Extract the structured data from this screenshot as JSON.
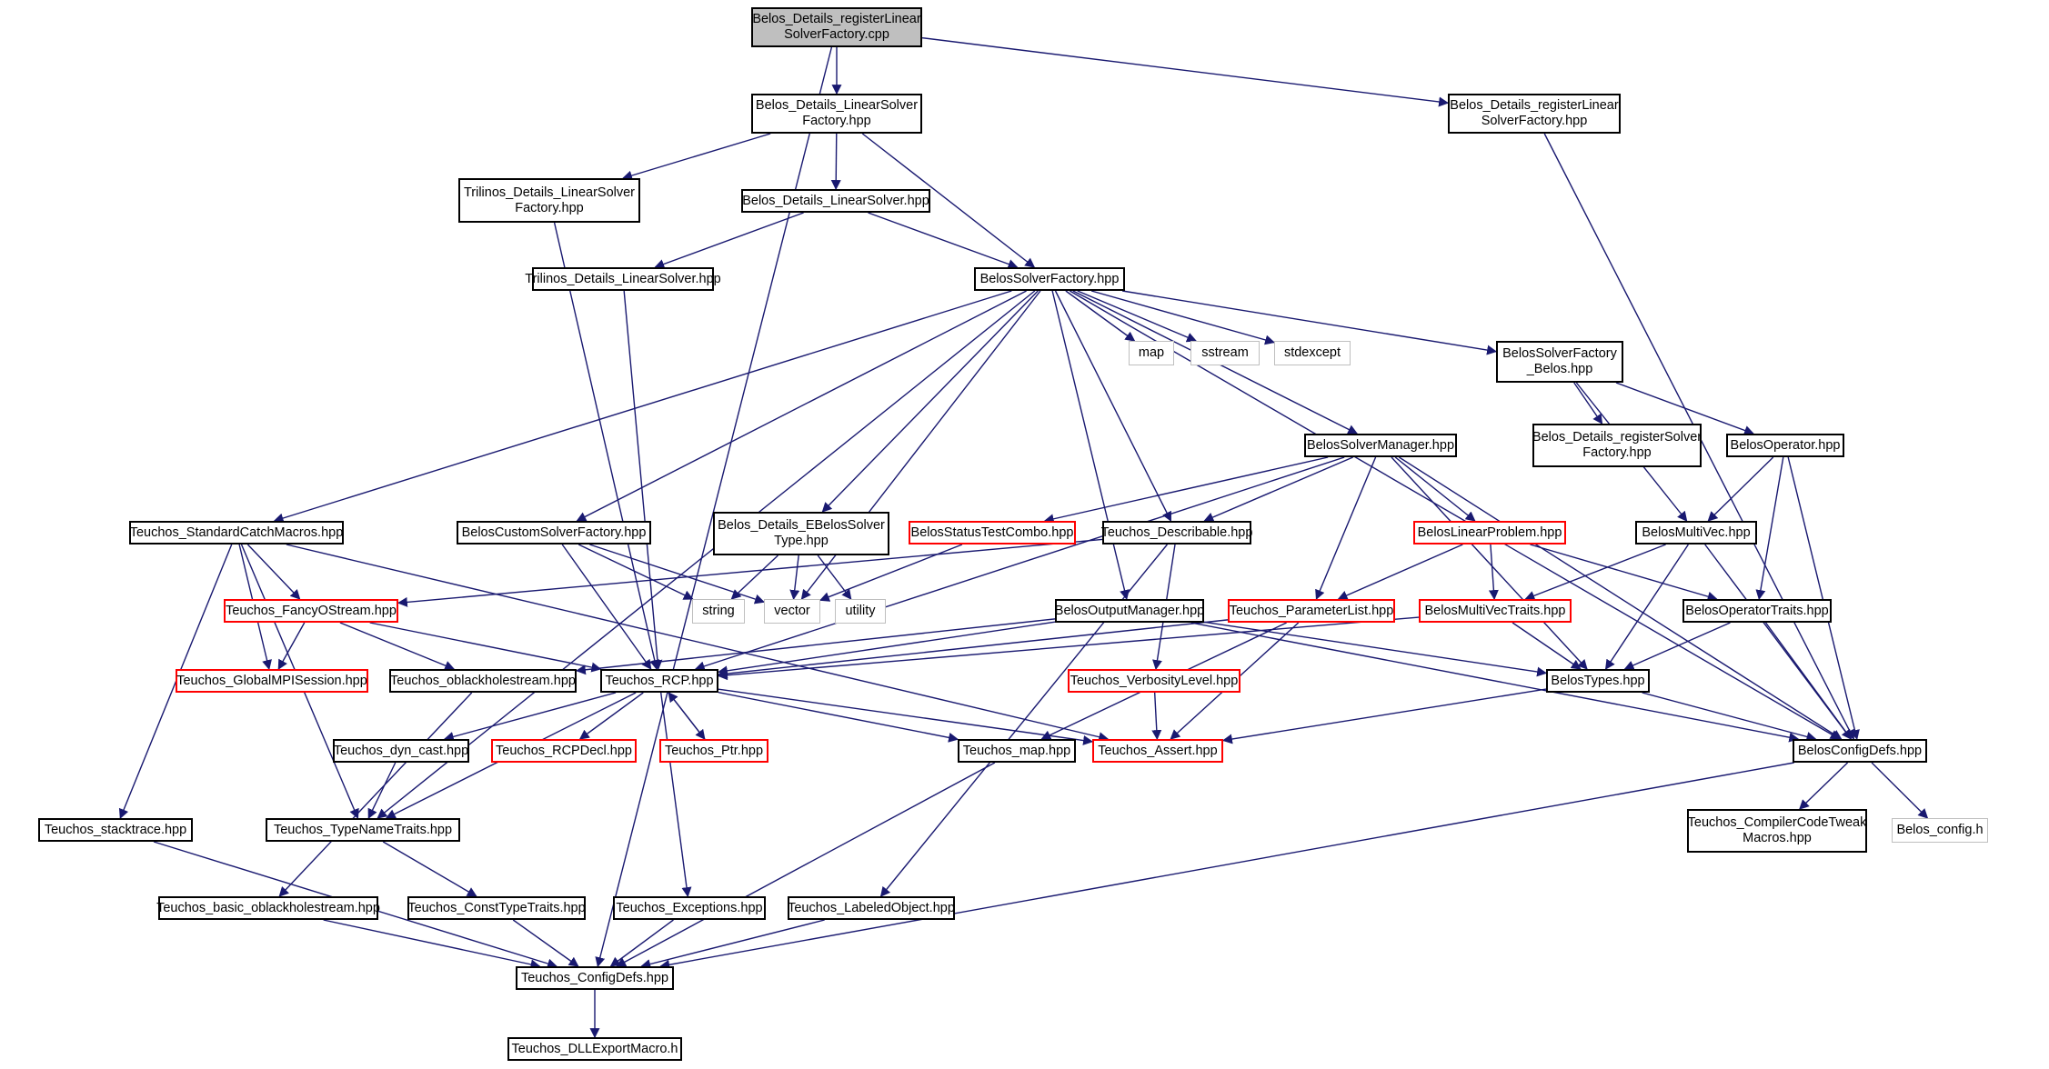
{
  "colors": {
    "edge": "#191970",
    "border": "#000000",
    "red_border": "#ff0000",
    "gray_border": "#bfbfbf",
    "root_fill": "#bfbfbf"
  },
  "nodes": [
    {
      "id": "root",
      "label": "Belos_Details_registerLinear\nSolverFactory.cpp",
      "style": "root"
    },
    {
      "id": "ls_factory",
      "label": "Belos_Details_LinearSolver\nFactory.hpp",
      "style": "normal"
    },
    {
      "id": "reg_hpp",
      "label": "Belos_Details_registerLinear\nSolverFactory.hpp",
      "style": "normal"
    },
    {
      "id": "tri_factory",
      "label": "Trilinos_Details_LinearSolver\nFactory.hpp",
      "style": "normal"
    },
    {
      "id": "b_linsolver",
      "label": "Belos_Details_LinearSolver.hpp",
      "style": "normal"
    },
    {
      "id": "tri_linsolver",
      "label": "Trilinos_Details_LinearSolver.hpp",
      "style": "normal"
    },
    {
      "id": "solverfactory",
      "label": "BelosSolverFactory.hpp",
      "style": "normal"
    },
    {
      "id": "map",
      "label": "map",
      "style": "gray"
    },
    {
      "id": "sstream",
      "label": "sstream",
      "style": "gray"
    },
    {
      "id": "stdexcept",
      "label": "stdexcept",
      "style": "gray"
    },
    {
      "id": "sf_belos",
      "label": "BelosSolverFactory\n_Belos.hpp",
      "style": "normal"
    },
    {
      "id": "solvermanager",
      "label": "BelosSolverManager.hpp",
      "style": "normal"
    },
    {
      "id": "reg_solver",
      "label": "Belos_Details_registerSolver\nFactory.hpp",
      "style": "normal"
    },
    {
      "id": "operator",
      "label": "BelosOperator.hpp",
      "style": "normal"
    },
    {
      "id": "catchmacros",
      "label": "Teuchos_StandardCatchMacros.hpp",
      "style": "normal"
    },
    {
      "id": "customsf",
      "label": "BelosCustomSolverFactory.hpp",
      "style": "normal"
    },
    {
      "id": "ebelos",
      "label": "Belos_Details_EBelosSolver\nType.hpp",
      "style": "normal"
    },
    {
      "id": "statustest",
      "label": "BelosStatusTestCombo.hpp",
      "style": "red"
    },
    {
      "id": "describable",
      "label": "Teuchos_Describable.hpp",
      "style": "normal"
    },
    {
      "id": "linproblem",
      "label": "BelosLinearProblem.hpp",
      "style": "red"
    },
    {
      "id": "multivec",
      "label": "BelosMultiVec.hpp",
      "style": "normal"
    },
    {
      "id": "fancyostream",
      "label": "Teuchos_FancyOStream.hpp",
      "style": "red"
    },
    {
      "id": "string",
      "label": "string",
      "style": "gray"
    },
    {
      "id": "vector",
      "label": "vector",
      "style": "gray"
    },
    {
      "id": "utility",
      "label": "utility",
      "style": "gray"
    },
    {
      "id": "outputmgr",
      "label": "BelosOutputManager.hpp",
      "style": "normal"
    },
    {
      "id": "paramlist",
      "label": "Teuchos_ParameterList.hpp",
      "style": "red"
    },
    {
      "id": "mvtraits",
      "label": "BelosMultiVecTraits.hpp",
      "style": "red"
    },
    {
      "id": "optraits",
      "label": "BelosOperatorTraits.hpp",
      "style": "normal"
    },
    {
      "id": "mpisession",
      "label": "Teuchos_GlobalMPISession.hpp",
      "style": "red"
    },
    {
      "id": "oblackhole",
      "label": "Teuchos_oblackholestream.hpp",
      "style": "normal"
    },
    {
      "id": "rcp",
      "label": "Teuchos_RCP.hpp",
      "style": "normal"
    },
    {
      "id": "verbosity",
      "label": "Teuchos_VerbosityLevel.hpp",
      "style": "red"
    },
    {
      "id": "belostypes",
      "label": "BelosTypes.hpp",
      "style": "normal"
    },
    {
      "id": "dyncast",
      "label": "Teuchos_dyn_cast.hpp",
      "style": "normal"
    },
    {
      "id": "rcpdecl",
      "label": "Teuchos_RCPDecl.hpp",
      "style": "red"
    },
    {
      "id": "ptr",
      "label": "Teuchos_Ptr.hpp",
      "style": "red"
    },
    {
      "id": "tmap",
      "label": "Teuchos_map.hpp",
      "style": "normal"
    },
    {
      "id": "assert",
      "label": "Teuchos_Assert.hpp",
      "style": "red"
    },
    {
      "id": "configdefs",
      "label": "BelosConfigDefs.hpp",
      "style": "normal"
    },
    {
      "id": "stacktrace",
      "label": "Teuchos_stacktrace.hpp",
      "style": "normal"
    },
    {
      "id": "typename",
      "label": "Teuchos_TypeNameTraits.hpp",
      "style": "normal"
    },
    {
      "id": "tweak",
      "label": "Teuchos_CompilerCodeTweak\nMacros.hpp",
      "style": "normal"
    },
    {
      "id": "belosconfig",
      "label": "Belos_config.h",
      "style": "gray"
    },
    {
      "id": "basicoblack",
      "label": "Teuchos_basic_oblackholestream.hpp",
      "style": "normal"
    },
    {
      "id": "consttype",
      "label": "Teuchos_ConstTypeTraits.hpp",
      "style": "normal"
    },
    {
      "id": "exceptions",
      "label": "Teuchos_Exceptions.hpp",
      "style": "normal"
    },
    {
      "id": "labeled",
      "label": "Teuchos_LabeledObject.hpp",
      "style": "normal"
    },
    {
      "id": "tconfigdefs",
      "label": "Teuchos_ConfigDefs.hpp",
      "style": "normal"
    },
    {
      "id": "dllexport",
      "label": "Teuchos_DLLExportMacro.h",
      "style": "normal"
    }
  ]
}
